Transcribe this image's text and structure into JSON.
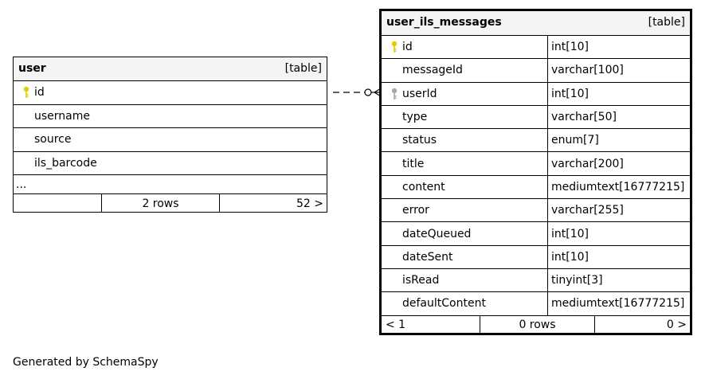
{
  "tables": {
    "user": {
      "name": "user",
      "kind": "[table]",
      "columns": [
        "id",
        "username",
        "source",
        "ils_barcode"
      ],
      "primary_key": "id",
      "more": "...",
      "footer": {
        "prev": "",
        "rows": "2 rows",
        "next": "52 >"
      }
    },
    "messages": {
      "name": "user_ils_messages",
      "kind": "[table]",
      "columns": [
        {
          "name": "id",
          "type": "int[10]"
        },
        {
          "name": "messageId",
          "type": "varchar[100]"
        },
        {
          "name": "userId",
          "type": "int[10]"
        },
        {
          "name": "type",
          "type": "varchar[50]"
        },
        {
          "name": "status",
          "type": "enum[7]"
        },
        {
          "name": "title",
          "type": "varchar[200]"
        },
        {
          "name": "content",
          "type": "mediumtext[16777215]"
        },
        {
          "name": "error",
          "type": "varchar[255]"
        },
        {
          "name": "dateQueued",
          "type": "int[10]"
        },
        {
          "name": "dateSent",
          "type": "int[10]"
        },
        {
          "name": "isRead",
          "type": "tinyint[3]"
        },
        {
          "name": "defaultContent",
          "type": "mediumtext[16777215]"
        }
      ],
      "primary_key": "id",
      "foreign_key": "userId",
      "footer": {
        "prev": "< 1",
        "rows": "0 rows",
        "next": "0 >"
      }
    }
  },
  "generated_by": "Generated by SchemaSpy",
  "colors": {
    "primary_key_icon": "#e0cf00",
    "foreign_key_icon": "#a8a8a8",
    "header_bg": "#f4f4f4"
  }
}
